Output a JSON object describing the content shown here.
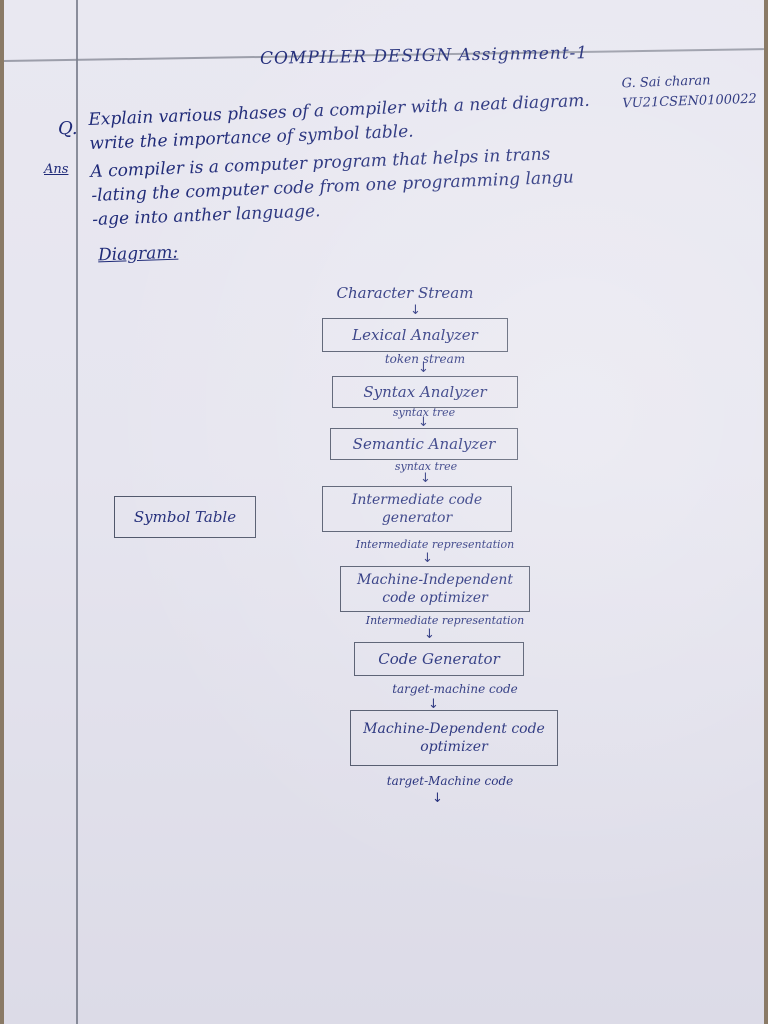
{
  "title": "COMPILER DESIGN Assignment-1",
  "author": {
    "name": "G. Sai charan",
    "roll": "VU21CSEN0100022"
  },
  "question": {
    "label": "Q.",
    "line1": "Explain various phases of a compiler with a neat diagram.",
    "line2": "write the importance of symbol table."
  },
  "answer": {
    "label": "Ans",
    "line1": "A compiler is a computer program that helps in trans",
    "line2": "-lating the computer code from one programming langu",
    "line3": "-age into anther language."
  },
  "diagram_label": "Diagram:",
  "flow": {
    "input": "Character Stream",
    "stages": [
      {
        "box": "Lexical Analyzer",
        "out": "token stream"
      },
      {
        "box": "Syntax Analyzer",
        "out": "syntax tree"
      },
      {
        "box": "Semantic Analyzer",
        "out": "syntax tree"
      },
      {
        "box": "Intermediate code generator",
        "out": "Intermediate representation"
      },
      {
        "box": "Machine-Independent code optimizer",
        "out": "Intermediate representation"
      },
      {
        "box": "Code Generator",
        "out": "target-machine code"
      },
      {
        "box": "Machine-Dependent code optimizer",
        "out": "target-Machine code"
      }
    ]
  },
  "symbol_table": "Symbol Table",
  "colors": {
    "ink": "#1f2a78",
    "paper": "#e7e6f0",
    "rule": "#6a6f7d"
  }
}
